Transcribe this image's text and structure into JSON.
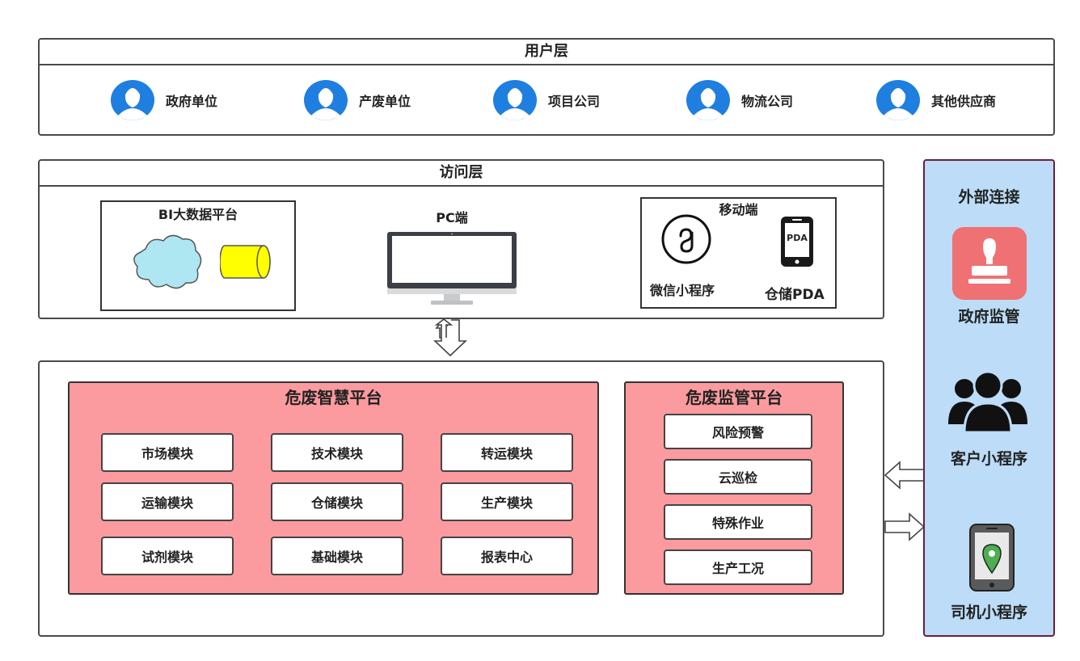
{
  "user_layer": {
    "title": "用户层",
    "users": [
      {
        "label": "政府单位",
        "icon": "user-icon"
      },
      {
        "label": "产废单位",
        "icon": "user-icon"
      },
      {
        "label": "项目公司",
        "icon": "user-icon"
      },
      {
        "label": "物流公司",
        "icon": "user-icon"
      },
      {
        "label": "其他供应商",
        "icon": "user-icon"
      }
    ]
  },
  "access_layer": {
    "title": "访问层",
    "bi": {
      "title": "BI大数据平台"
    },
    "pc": {
      "title": "PC端"
    },
    "mobile": {
      "title": "移动端",
      "wechat_label": "微信小程序",
      "pda_label": "仓储PDA",
      "pda_icon_text": "PDA"
    }
  },
  "platforms": {
    "smart": {
      "title": "危废智慧平台",
      "modules": [
        "市场模块",
        "技术模块",
        "转运模块",
        "运输模块",
        "仓储模块",
        "生产模块",
        "试剂模块",
        "基础模块",
        "报表中心"
      ]
    },
    "supervision": {
      "title": "危废监管平台",
      "modules": [
        "风险预警",
        "云巡检",
        "特殊作业",
        "生产工况"
      ]
    }
  },
  "external": {
    "title": "外部连接",
    "items": [
      {
        "label": "政府监管",
        "icon": "stamp-icon"
      },
      {
        "label": "客户小程序",
        "icon": "group-icon"
      },
      {
        "label": "司机小程序",
        "icon": "phone-location-icon"
      }
    ]
  },
  "colors": {
    "user_icon": "#1f7fe0",
    "platform_fill": "#fb9b9f",
    "external_fill": "#bcdcf7",
    "stamp_tile": "#f07173",
    "cloud": "#aee6f2",
    "cylinder": "#ffff00"
  }
}
